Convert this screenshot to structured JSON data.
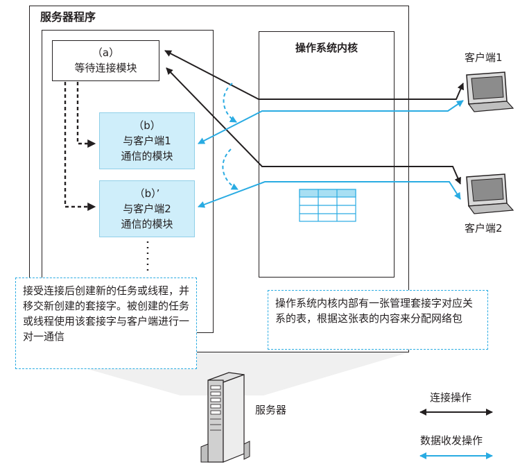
{
  "server_program_label": "服务器程序",
  "kernel_label": "操作系统内核",
  "module_a": {
    "line1": "（a）",
    "line2": "等待连接模块"
  },
  "module_b1": {
    "line1": "（b）",
    "line2": "与客户端1",
    "line3": "通信的模块"
  },
  "module_b2": {
    "line1": "（b）’",
    "line2": "与客户端2",
    "line3": "通信的模块"
  },
  "note_left": "接受连接后创建新的任务或线程，并移交新创建的套接字。被创建的任务或线程使用该套接字与客户端进行一对一通信",
  "note_right": "操作系统内核内部有一张管理套接字对应关系的表，根据这张表的内容来分配网络包",
  "client1_label": "客户端1",
  "client2_label": "客户端2",
  "server_label": "服务器",
  "legend": {
    "connect": "连接操作",
    "data": "数据收发操作"
  },
  "colors": {
    "connect_arrow": "#231f20",
    "data_arrow": "#29abe2",
    "module_fill": "#cfeefa",
    "note_border": "#29abe2"
  }
}
